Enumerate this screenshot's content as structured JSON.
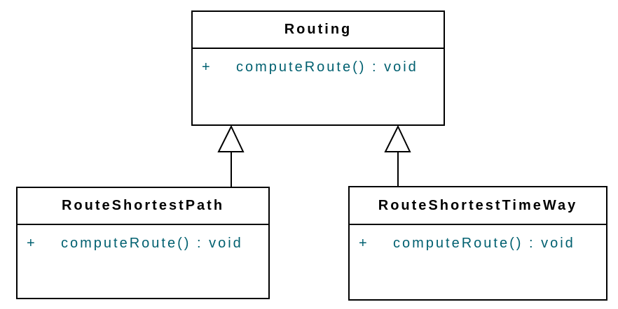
{
  "diagram": {
    "type": "uml-class-diagram",
    "classes": [
      {
        "name": "Routing",
        "methods": [
          {
            "visibility": "+",
            "signature": "computeRoute() : void"
          }
        ]
      },
      {
        "name": "RouteShortestPath",
        "methods": [
          {
            "visibility": "+",
            "signature": "computeRoute() : void"
          }
        ]
      },
      {
        "name": "RouteShortestTimeWay",
        "methods": [
          {
            "visibility": "+",
            "signature": "computeRoute() : void"
          }
        ]
      }
    ],
    "relationships": [
      {
        "type": "generalization",
        "from": "RouteShortestPath",
        "to": "Routing"
      },
      {
        "type": "generalization",
        "from": "RouteShortestTimeWay",
        "to": "Routing"
      }
    ]
  },
  "colors": {
    "background": "#ffffff",
    "box_fill": "#ffffff",
    "border": "#000000",
    "class_name_text": "#000000",
    "method_text": "#006070"
  }
}
